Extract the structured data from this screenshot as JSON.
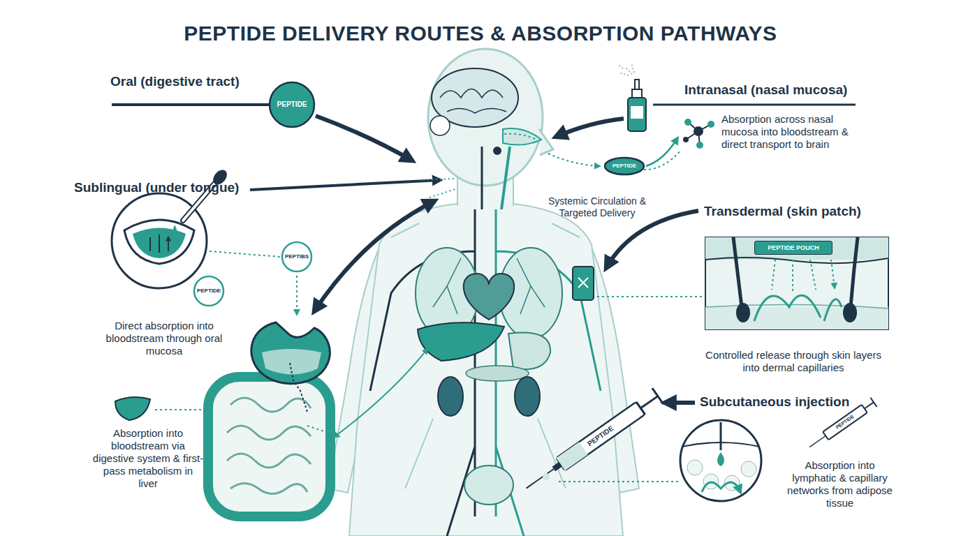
{
  "diagram": {
    "title": "PEPTIDE DELIVERY ROUTES & ABSORPTION PATHWAYS",
    "nodes": [
      {
        "text": [
          "PEPTIDE"
        ]
      },
      {
        "text": [
          "PEPTIDE"
        ]
      },
      {
        "text": [
          "PEPTIBS"
        ]
      },
      {
        "text": [
          "PEPTIDE"
        ]
      },
      {
        "text": [
          "PEPTIDE POUCH"
        ]
      }
    ],
    "labels": [
      "Oral (digestive tract)",
      "Intranasal (nasal mucosa)",
      "Absorption across nasal mucosa into bloodstream & direct transport to brain",
      "Systemic Circulation & Targeted Delivery",
      "Sublingual (under tongue)",
      "Direct absorption into bloodstream through oral mucosa",
      "Transdermal (skin patch)",
      "Controlled release through skin layers into dermal capillaries",
      "Subcutaneous injection",
      "Absorption into lymphatic & capillary networks from adipose tissue",
      "Absorption into bloodstream via digestive system & first-pass metabolism in liver",
      "PEPTIDE",
      "PEPTIDE"
    ]
  }
}
